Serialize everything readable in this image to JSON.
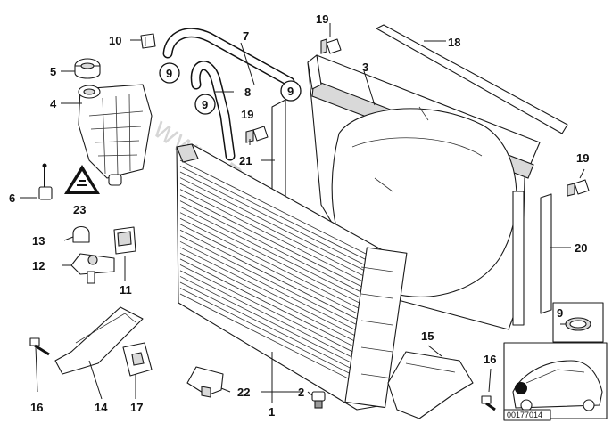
{
  "diagram": {
    "watermark": "www.BMWstore.pl",
    "figure_code": "00177014",
    "labels": {
      "radiator": "1",
      "drain_plug": "2",
      "fan_shroud": "3",
      "expansion_tank": "4",
      "tank_cap": "5",
      "level_sensor": "6",
      "hose_upper": "7",
      "hose_lower": "8",
      "hose_clamp": "9",
      "clip": "10",
      "rubber_mount": "11",
      "bracket": "12",
      "cap_nut": "13",
      "air_duct_left": "14",
      "air_duct_right": "15",
      "bolt": "16",
      "rubber_buffer": "17",
      "seal_strip": "18",
      "expanding_rivet": "19",
      "side_seal_right": "20",
      "side_seal_left": "21",
      "lower_mount": "22",
      "warning_label": "23"
    }
  }
}
